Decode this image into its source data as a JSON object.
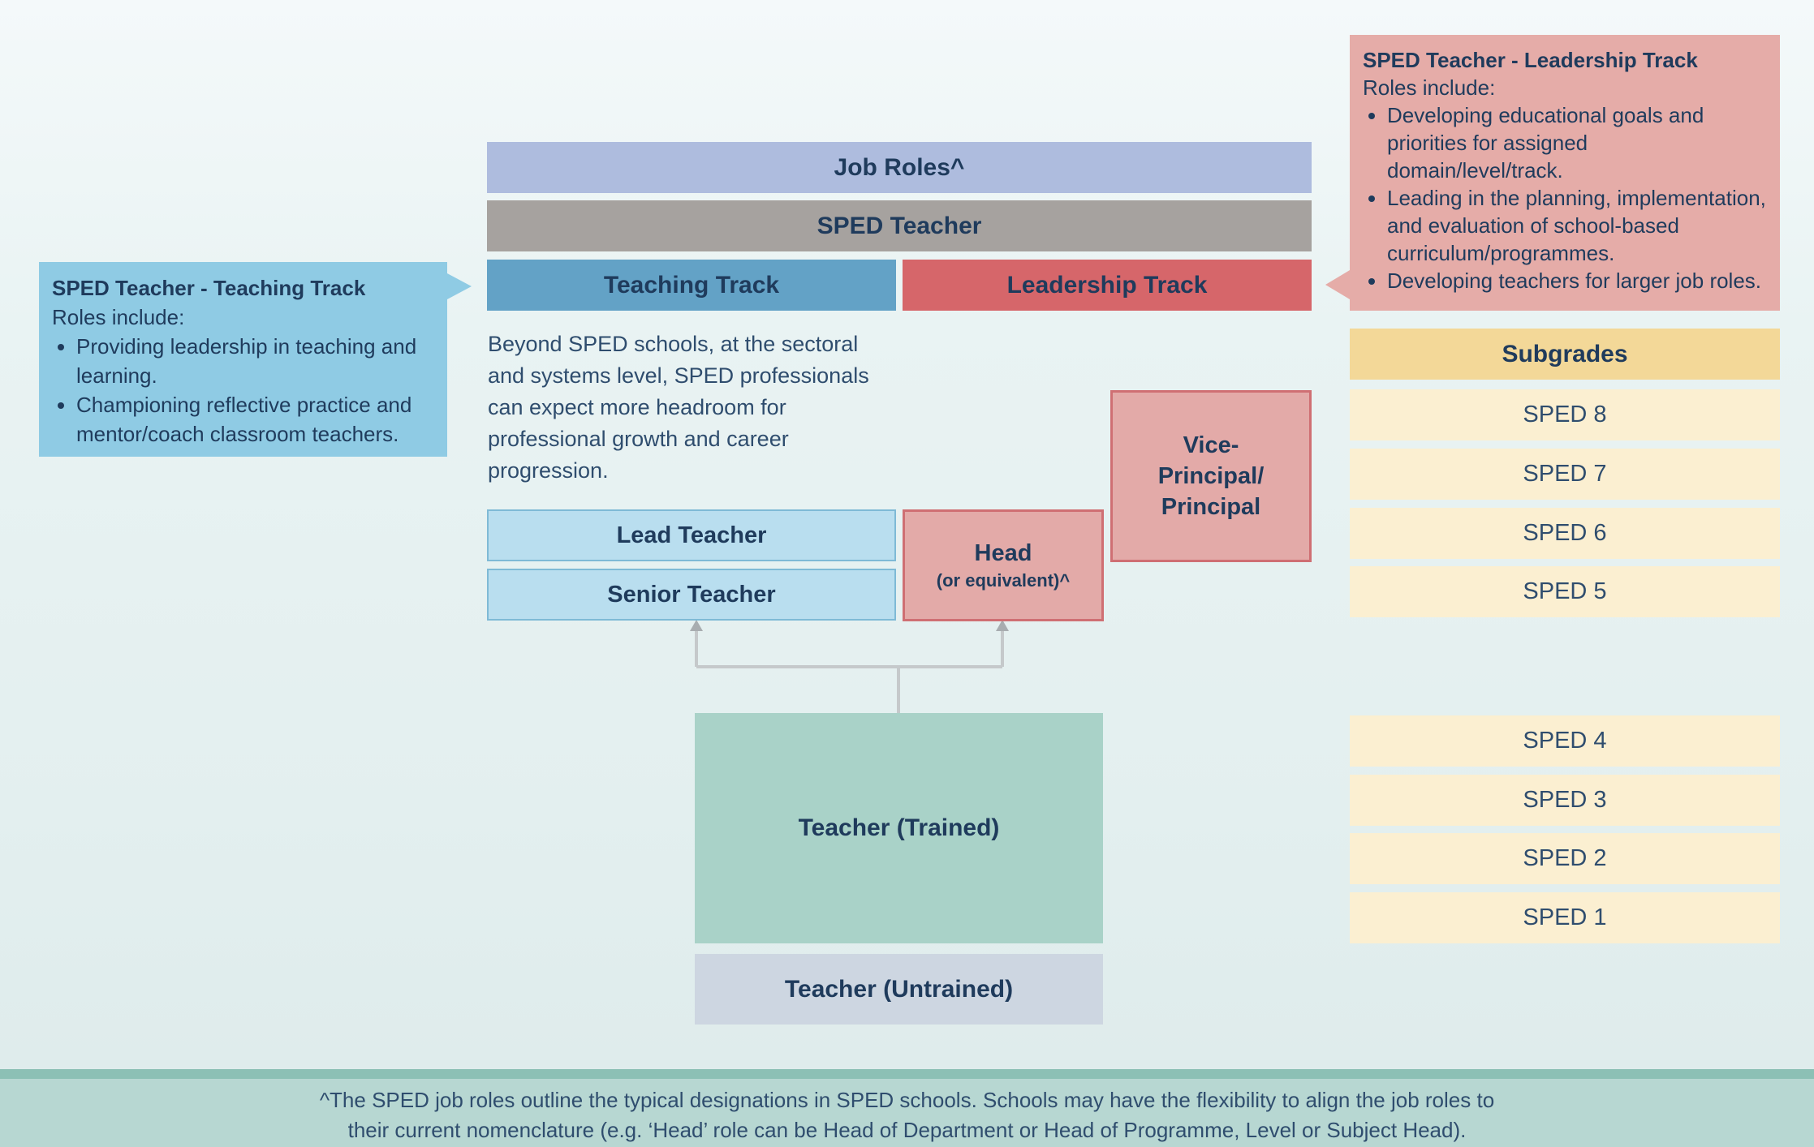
{
  "header_bars": {
    "job_roles": "Job Roles^",
    "sped_teacher": "SPED Teacher",
    "teaching_track": "Teaching Track",
    "leadership_track": "Leadership Track"
  },
  "teaching_callout": {
    "title": "SPED Teacher - Teaching Track",
    "intro": "Roles include:",
    "items": [
      "Providing leadership in teaching and learning.",
      "Championing reflective practice and mentor/coach classroom teachers."
    ]
  },
  "leadership_callout": {
    "title": "SPED Teacher - Leadership Track",
    "intro": "Roles include:",
    "items": [
      "Developing educational goals and priorities for assigned domain/level/track.",
      "Leading in the planning, implementation, and evaluation of school-based curriculum/programmes.",
      "Developing teachers for larger job roles."
    ]
  },
  "description": "Beyond SPED schools, at the sectoral and systems level, SPED professionals can expect more headroom for professional growth and career progression.",
  "roles": {
    "lead_teacher": "Lead Teacher",
    "senior_teacher": "Senior Teacher",
    "head": "Head",
    "head_sub": "(or equivalent)^",
    "vice_principal_line1": "Vice-",
    "vice_principal_line2": "Principal/",
    "vice_principal_line3": "Principal",
    "teacher_trained": "Teacher (Trained)",
    "teacher_untrained": "Teacher (Untrained)"
  },
  "subgrades": {
    "header": "Subgrades",
    "upper": [
      "SPED 8",
      "SPED 7",
      "SPED 6",
      "SPED 5"
    ],
    "lower": [
      "SPED 4",
      "SPED 3",
      "SPED 2",
      "SPED 1"
    ]
  },
  "footer": {
    "line1": "^The SPED job roles outline the typical designations in SPED schools. Schools may have the flexibility to align the job roles to",
    "line2": "their current nomenclature (e.g. ‘Head’ role can be Head of Department or Head of Programme, Level or Subject Head)."
  },
  "colors": {
    "job_roles": "#aebcde",
    "sped_teacher": "#a6a29f",
    "teaching_track": "#63a2c6",
    "leadership_track": "#d6666a",
    "subgrade_header": "#f3d898",
    "subgrade_item": "#fbefd1",
    "teacher_trained": "#a9d2c8"
  }
}
